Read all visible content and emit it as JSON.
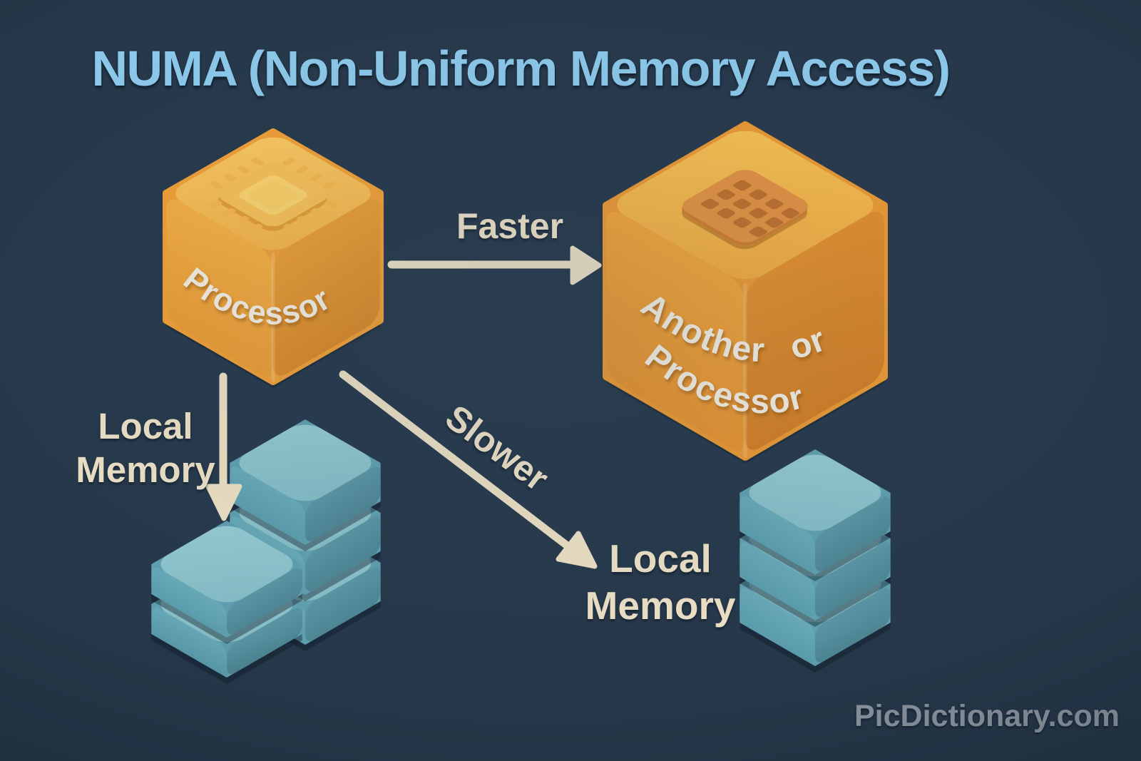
{
  "title": {
    "text": "NUMA (Non-Uniform Memory Access)"
  },
  "nodes": {
    "processor": {
      "label": "Processor",
      "icon": "cpu-chip-icon"
    },
    "another_processor": {
      "label_line1": "Another or",
      "label_line2": "Processor",
      "icon": "waffle-grid-icon"
    },
    "local_memory_left": {
      "line1": "Local",
      "line2": "Memory"
    },
    "local_memory_right": {
      "line1": "Local",
      "line2": "Memory"
    }
  },
  "arrows": {
    "faster": {
      "label": "Faster",
      "from": "processor",
      "to": "another_processor"
    },
    "local": {
      "label": "",
      "from": "processor",
      "to": "local_memory_left"
    },
    "slower": {
      "label": "Slower",
      "from": "processor",
      "to": "local_memory_right"
    }
  },
  "watermark": {
    "text": "PicDictionary.com"
  },
  "colors": {
    "background": "#26384a",
    "title_blue": "#8cc8ea",
    "text_cream": "#ece0c5",
    "arrow_cream": "#ebdfc2",
    "cube_orange_top": "#f7bd52",
    "cube_orange_left": "#f0a43a",
    "cube_orange_right": "#e08e2b",
    "memory_teal_top": "#8dc5cd",
    "memory_teal_left": "#62a3b2",
    "memory_teal_right": "#558fa0",
    "cube_label_white": "#f3ede1",
    "watermark_gray": "#9aa3ad"
  }
}
